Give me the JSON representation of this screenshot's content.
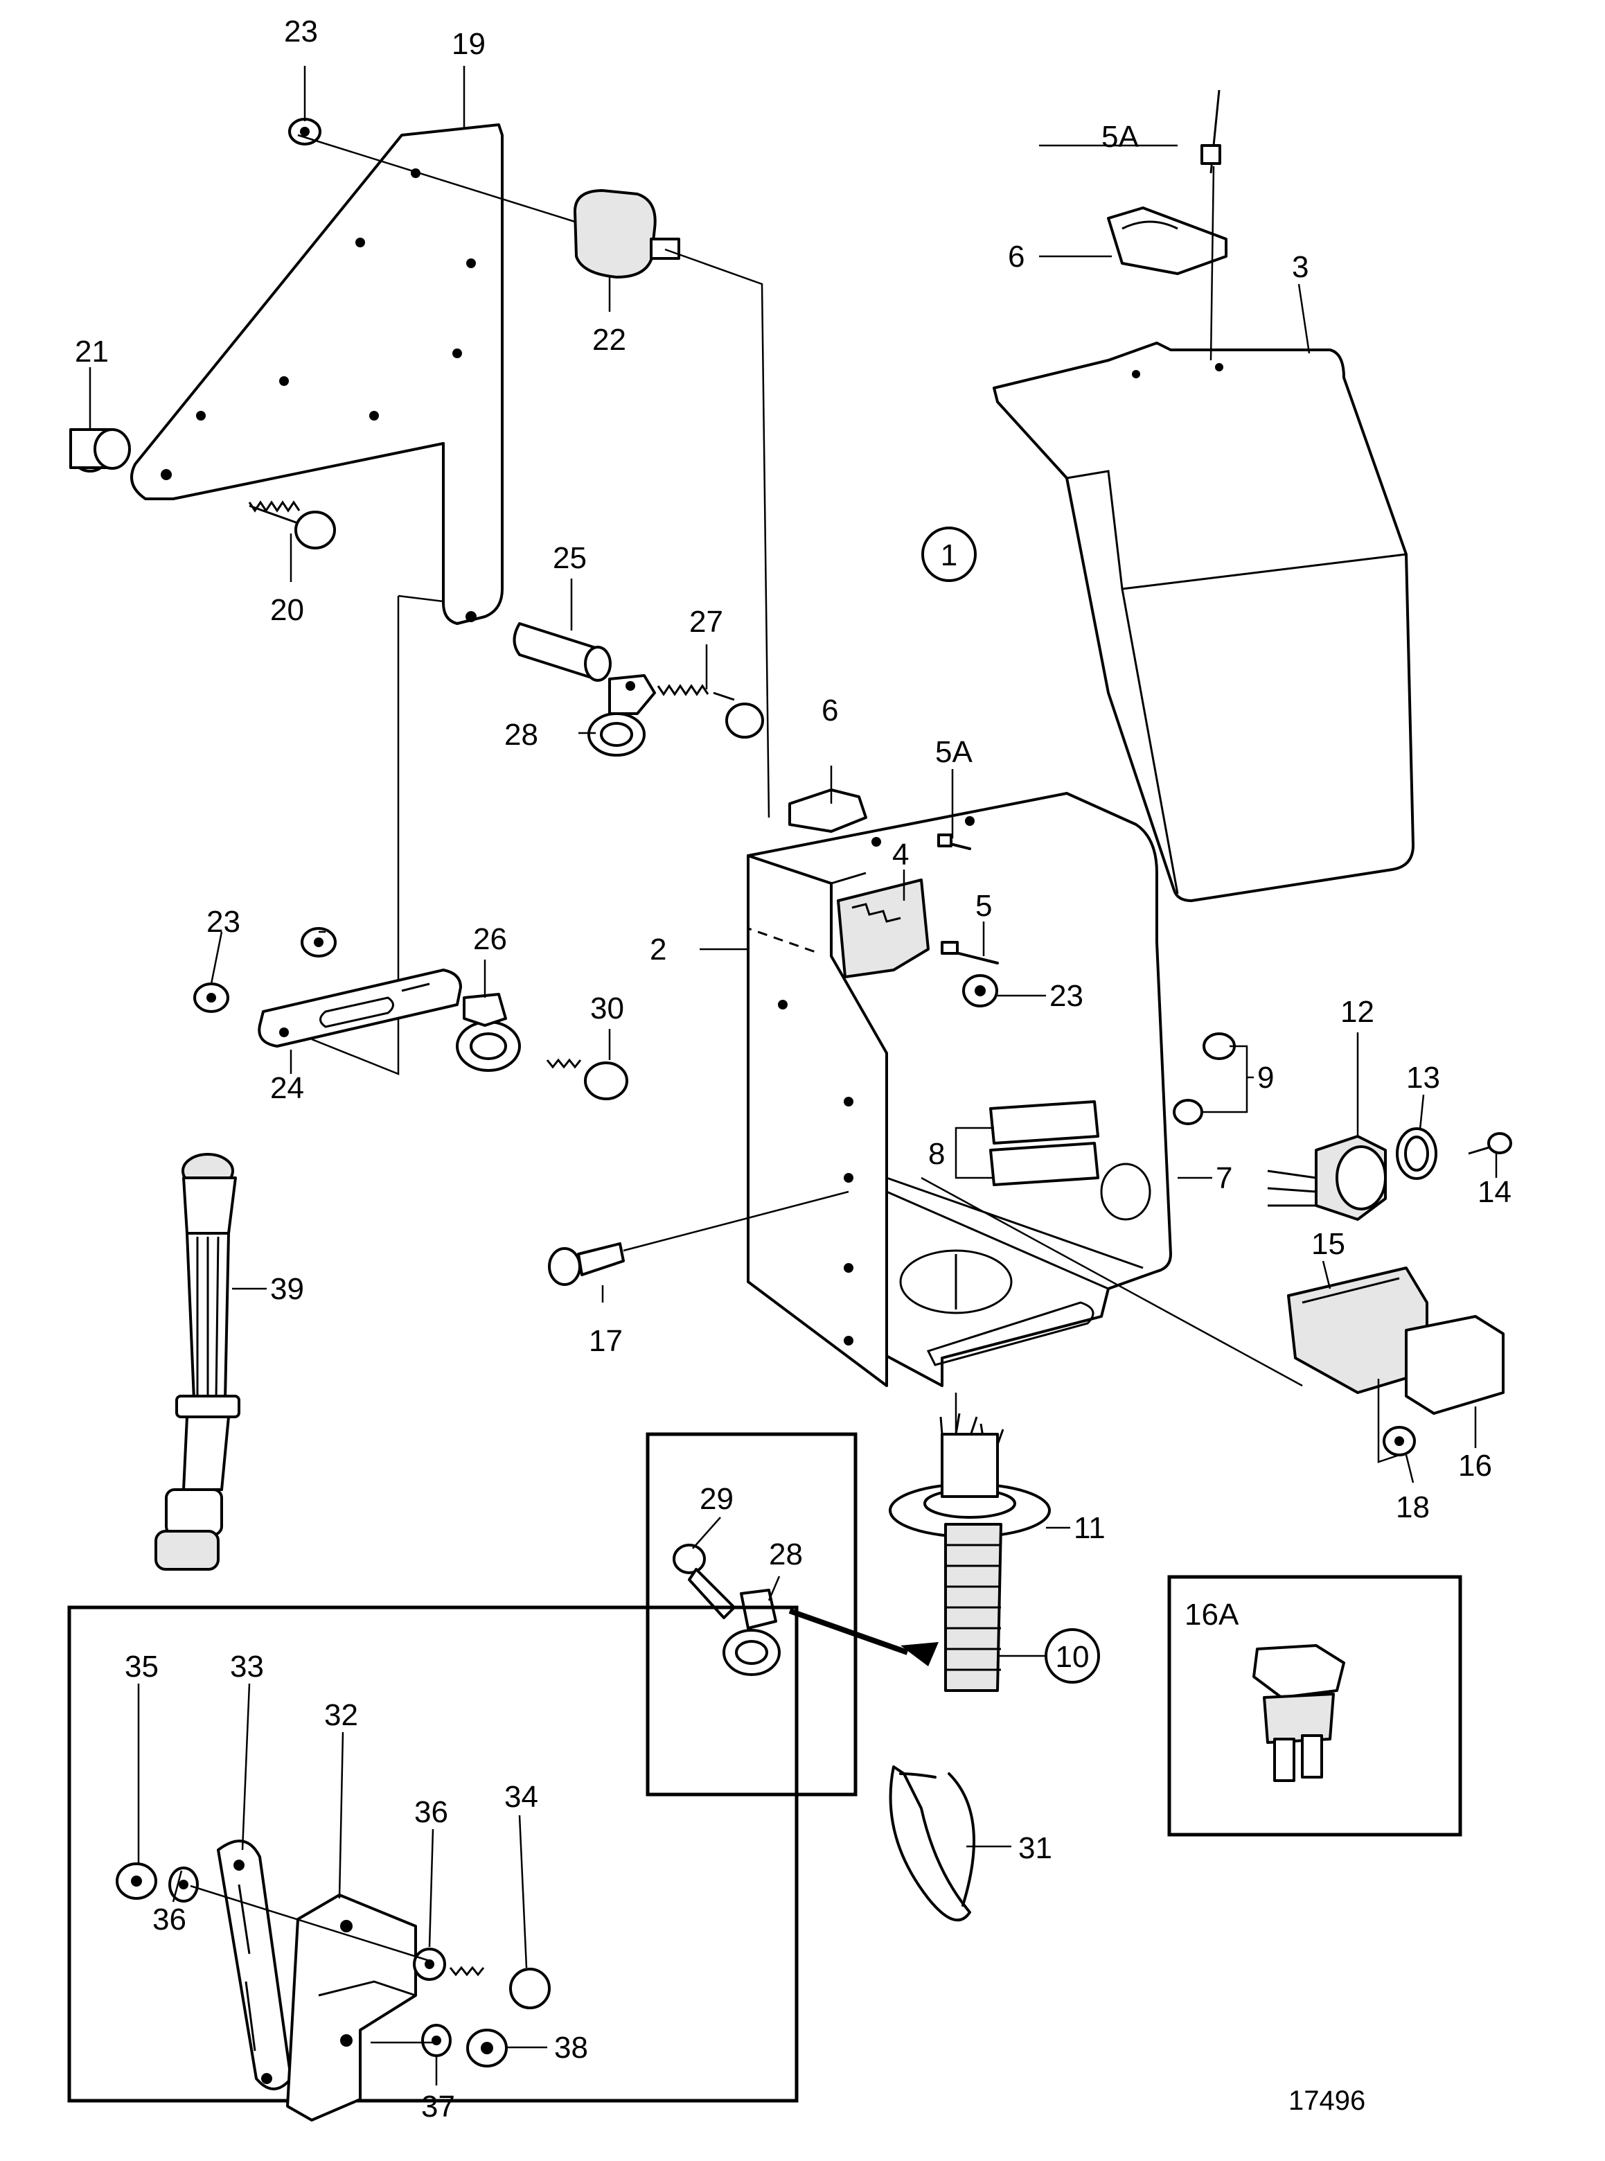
{
  "drawing_number": "17496",
  "circled_refs": [
    "1",
    "10"
  ],
  "part_labels": {
    "p2": "2",
    "p3": "3",
    "p4": "4",
    "p5": "5",
    "p5a_top": "5A",
    "p5a_mid": "5A",
    "p6_top": "6",
    "p6_mid": "6",
    "p7": "7",
    "p8": "8",
    "p9": "9",
    "p11": "11",
    "p12": "12",
    "p13": "13",
    "p14": "14",
    "p15": "15",
    "p16": "16",
    "p16a": "16A",
    "p17": "17",
    "p18": "18",
    "p19": "19",
    "p20": "20",
    "p21": "21",
    "p22": "22",
    "p23_top": "23",
    "p23_mid": "23",
    "p23_left": "23",
    "p24": "24",
    "p25": "25",
    "p26": "26",
    "p27": "27",
    "p28_top": "28",
    "p28_inset": "28",
    "p29": "29",
    "p30": "30",
    "p31": "31",
    "p32": "32",
    "p33": "33",
    "p34": "34",
    "p35": "35",
    "p36_left": "36",
    "p36_right": "36",
    "p37": "37",
    "p38": "38",
    "p39": "39"
  }
}
